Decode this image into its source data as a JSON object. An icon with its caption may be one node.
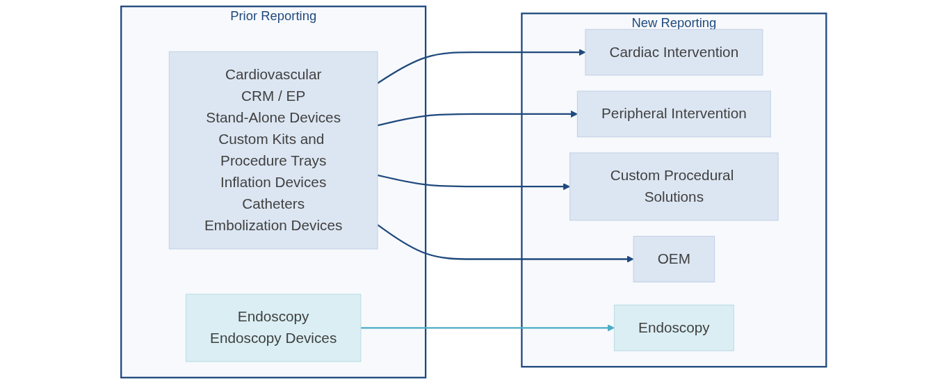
{
  "diagram": {
    "nodes": [
      {
        "text": [
          "Prior Reporting"
        ]
      },
      {
        "text": [
          "Cardiovascular",
          "CRM / EP",
          "Stand-Alone Devices",
          "Custom Kits and Procedure Trays",
          "Inflation Devices",
          "Catheters",
          "Embolization Devices"
        ],
        "in": 0
      },
      {
        "text": [
          "Endoscopy",
          "Endoscopy Devices"
        ],
        "in": 0
      },
      {
        "text": [
          "New Reporting"
        ]
      },
      {
        "text": [
          "Cardiac Intervention"
        ],
        "in": 3
      },
      {
        "text": [
          "Peripheral Intervention"
        ],
        "in": 3
      },
      {
        "text": [
          "Custom Procedural Solutions"
        ],
        "in": 3
      },
      {
        "text": [
          "OEM"
        ],
        "in": 3
      },
      {
        "text": [
          "Endoscopy"
        ],
        "in": 3
      }
    ],
    "edges": [
      {
        "from": 1,
        "to": 4,
        "arrow": "to"
      },
      {
        "from": 1,
        "to": 5,
        "arrow": "to"
      },
      {
        "from": 1,
        "to": 6,
        "arrow": "to"
      },
      {
        "from": 1,
        "to": 7,
        "arrow": "to"
      },
      {
        "from": 2,
        "to": 8,
        "arrow": "to",
        "color": "#4bacc6"
      }
    ]
  }
}
